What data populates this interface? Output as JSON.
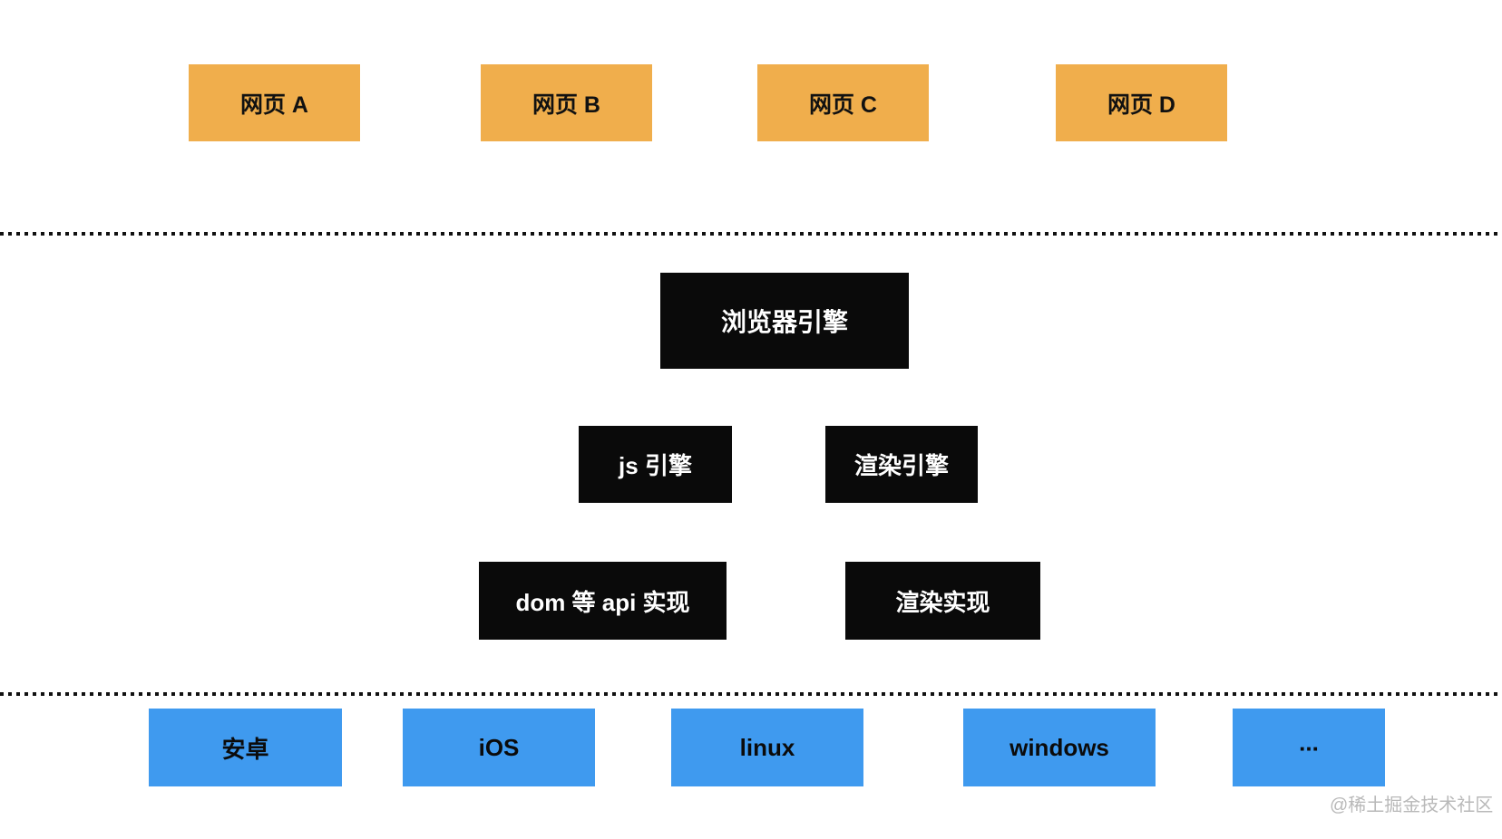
{
  "diagram": {
    "pages": [
      {
        "label": "网页 A"
      },
      {
        "label": "网页 B"
      },
      {
        "label": "网页 C"
      },
      {
        "label": "网页 D"
      }
    ],
    "browser_engine": {
      "label": "浏览器引擎"
    },
    "engines": [
      {
        "label": "js 引擎"
      },
      {
        "label": "渲染引擎"
      }
    ],
    "implementations": [
      {
        "label": "dom 等 api 实现"
      },
      {
        "label": "渲染实现"
      }
    ],
    "platforms": [
      {
        "label": "安卓"
      },
      {
        "label": "iOS"
      },
      {
        "label": "linux"
      },
      {
        "label": "windows"
      },
      {
        "label": "..."
      }
    ],
    "watermark": "@稀土掘金技术社区",
    "colors": {
      "page_box": "#F0AE4C",
      "engine_box": "#0A0A0A",
      "platform_box": "#3F9AEF",
      "dotted_line": "#111111",
      "watermark_text": "#B9B9B9",
      "background": "#FFFFFF"
    }
  }
}
